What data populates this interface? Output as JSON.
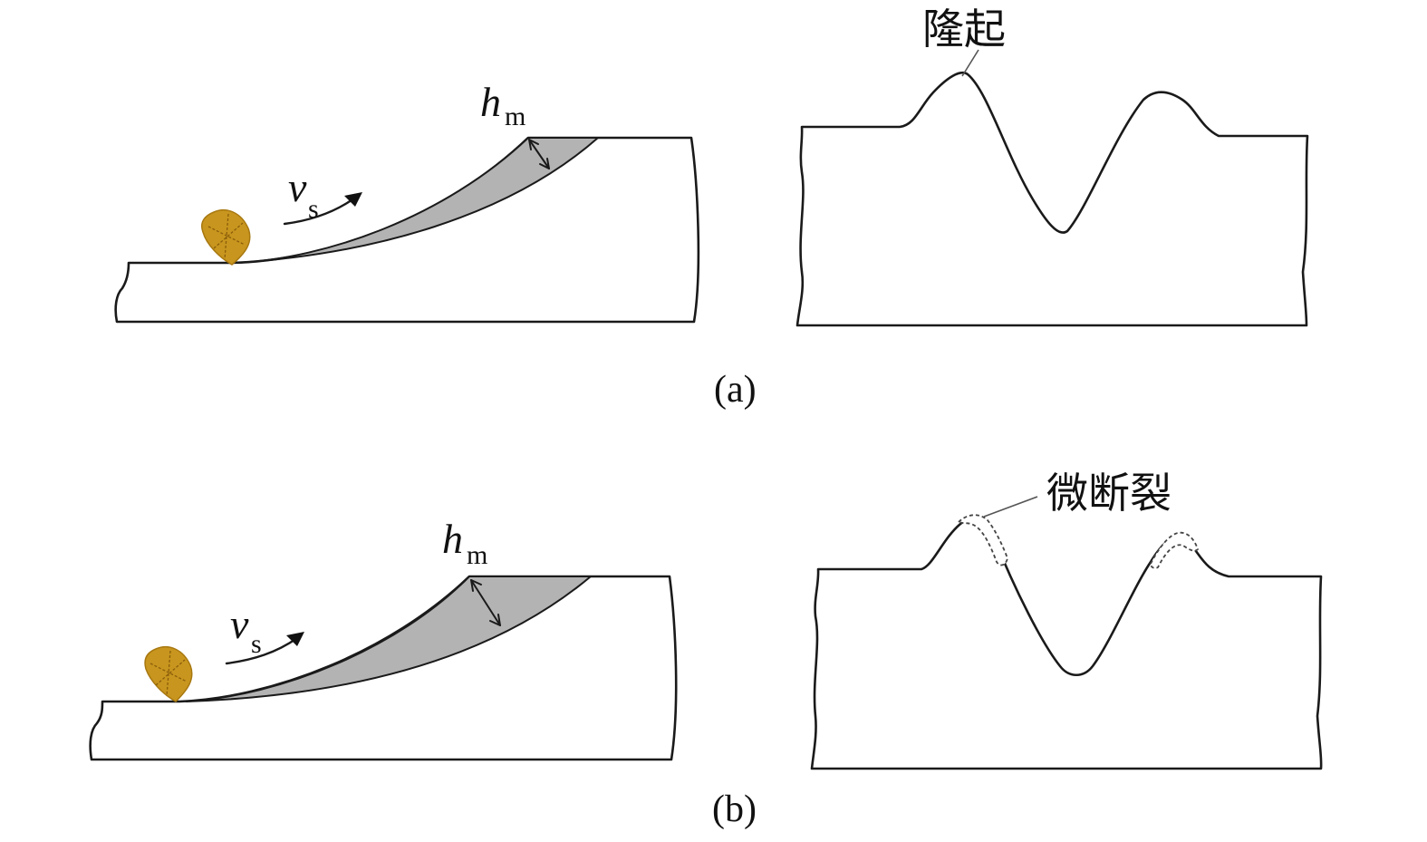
{
  "panel_a": {
    "label": "(a)",
    "velocity_symbol": "v",
    "velocity_subscript": "s",
    "depth_symbol": "h",
    "depth_subscript": "m",
    "annotation": "隆起"
  },
  "panel_b": {
    "label": "(b)",
    "velocity_symbol": "v",
    "velocity_subscript": "s",
    "depth_symbol": "h",
    "depth_subscript": "m",
    "annotation": "微断裂"
  },
  "colors": {
    "grain": "#c8961e",
    "chip": "#b3b3b3",
    "outline": "#1a1a1a"
  }
}
